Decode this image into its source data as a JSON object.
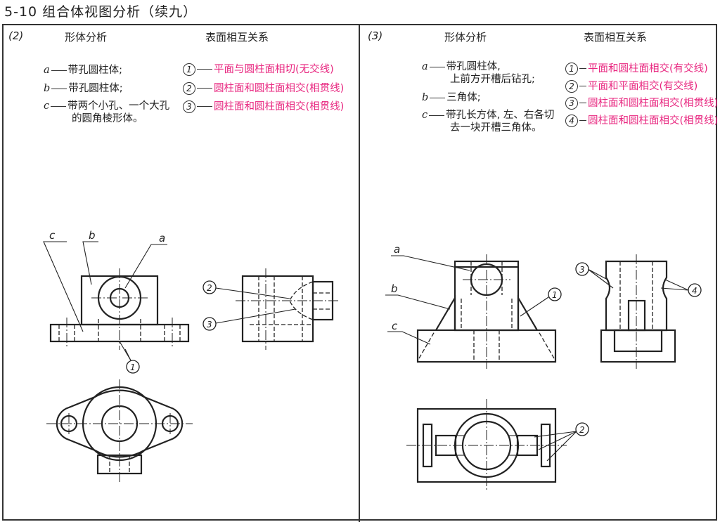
{
  "page_title": "5-10  组合体视图分析（续九）",
  "left": {
    "label": "(2)",
    "shape_heading": "形体分析",
    "surface_heading": "表面相互关系",
    "shapes": [
      {
        "key": "a",
        "text": "带孔圆柱体;"
      },
      {
        "key": "b",
        "text": "带孔圆柱体;"
      },
      {
        "key": "c",
        "text": "带两个小孔、一个大孔",
        "text2": "的圆角棱形体。"
      }
    ],
    "surfaces": [
      {
        "num": "1",
        "text": "平面与圆柱面相切(无交线)"
      },
      {
        "num": "2",
        "text": "圆柱面和圆柱面相交(相贯线)"
      },
      {
        "num": "3",
        "text": "圆柱面和圆柱面相交(相贯线)"
      }
    ],
    "callouts": {
      "a": "a",
      "b": "b",
      "c": "c",
      "n1": "1",
      "n2": "2",
      "n3": "3"
    }
  },
  "right": {
    "label": "(3)",
    "shape_heading": "形体分析",
    "surface_heading": "表面相互关系",
    "shapes": [
      {
        "key": "a",
        "text": "带孔圆柱体,",
        "text2": "上前方开槽后钻孔;"
      },
      {
        "key": "b",
        "text": "三角体;"
      },
      {
        "key": "c",
        "text": "带孔长方体, 左、右各切",
        "text2": "去一块开槽三角体。"
      }
    ],
    "surfaces": [
      {
        "num": "1",
        "text": "平面和圆柱面相交(有交线)"
      },
      {
        "num": "2",
        "text": "平面和平面相交(有交线)"
      },
      {
        "num": "3",
        "text": "圆柱面和圆柱面相交(相贯线)"
      },
      {
        "num": "4",
        "text": "圆柱面和圆柱面相交(相贯线)"
      }
    ],
    "callouts": {
      "a": "a",
      "b": "b",
      "c": "c",
      "n1": "1",
      "n2": "2",
      "n3": "3",
      "n4": "4"
    }
  },
  "colors": {
    "accent": "#e8267f",
    "line": "#222222"
  }
}
